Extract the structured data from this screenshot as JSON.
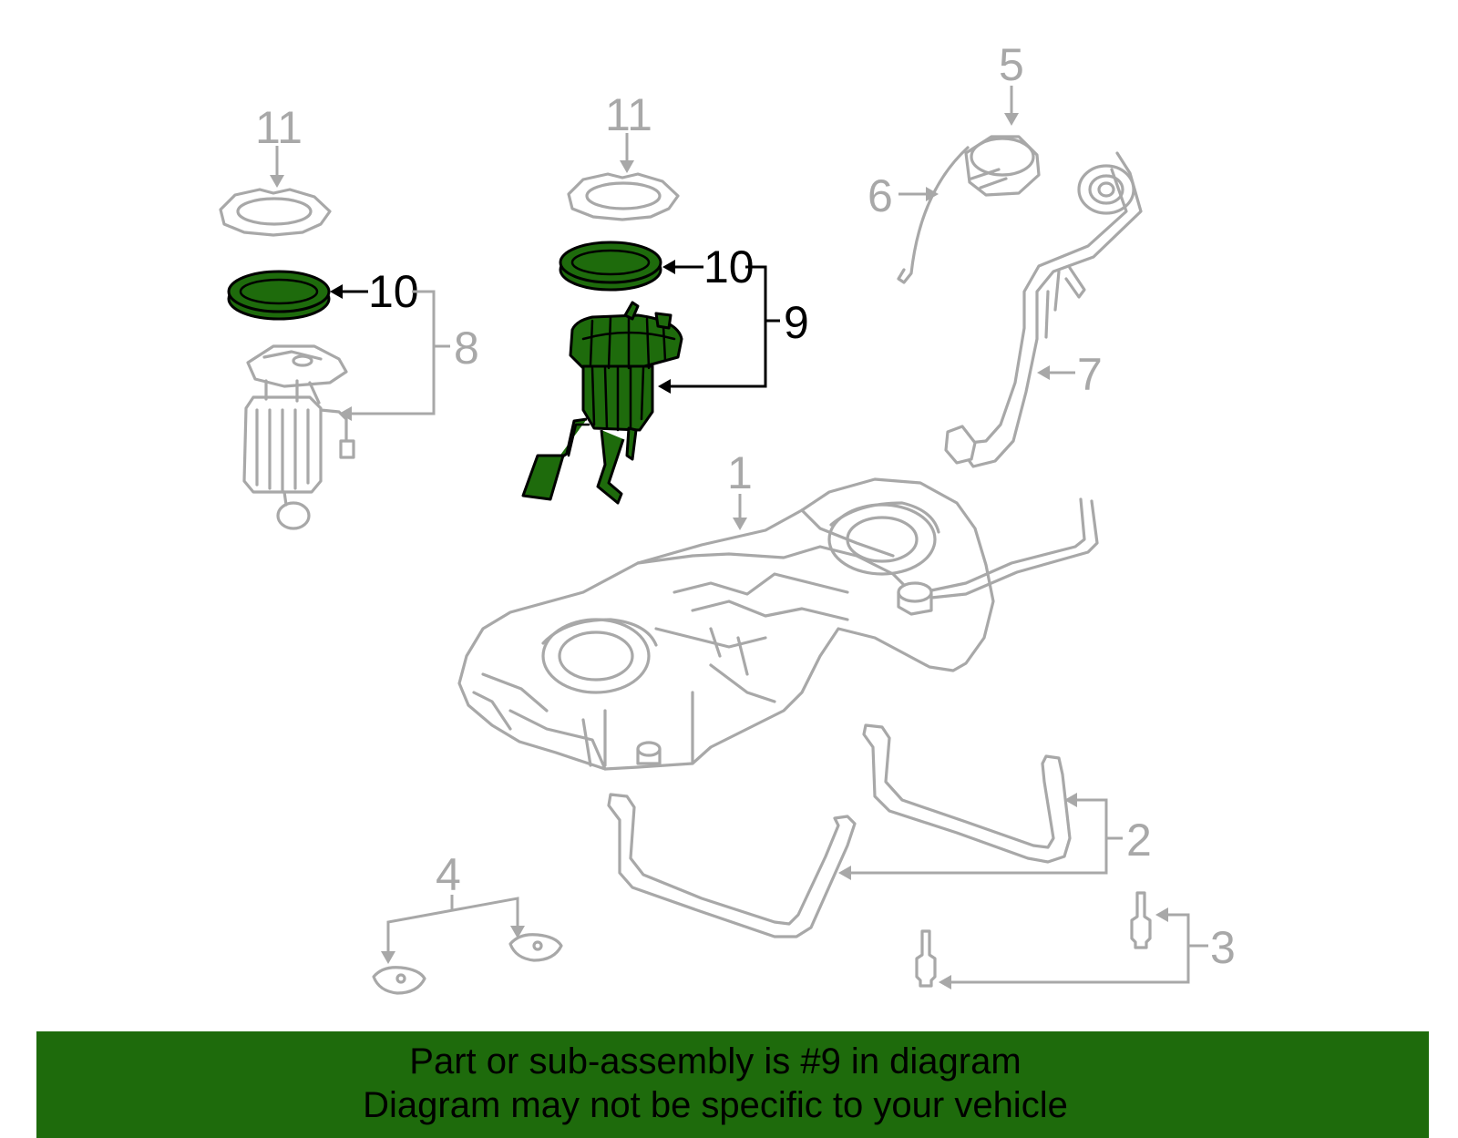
{
  "callouts": {
    "c1": "1",
    "c2": "2",
    "c3": "3",
    "c4": "4",
    "c5": "5",
    "c6": "6",
    "c7": "7",
    "c8": "8",
    "c9": "9",
    "c10_left": "10",
    "c10_right": "10",
    "c11_left": "11",
    "c11_right": "11"
  },
  "highlighted_part": "9",
  "colors": {
    "highlight": "#1e6b0c",
    "line_gray": "#a8a8a8",
    "outline_black": "#000000"
  },
  "banner": {
    "line1": "Part or sub-assembly is #9 in diagram",
    "line2": "Diagram may not be specific to your vehicle"
  }
}
